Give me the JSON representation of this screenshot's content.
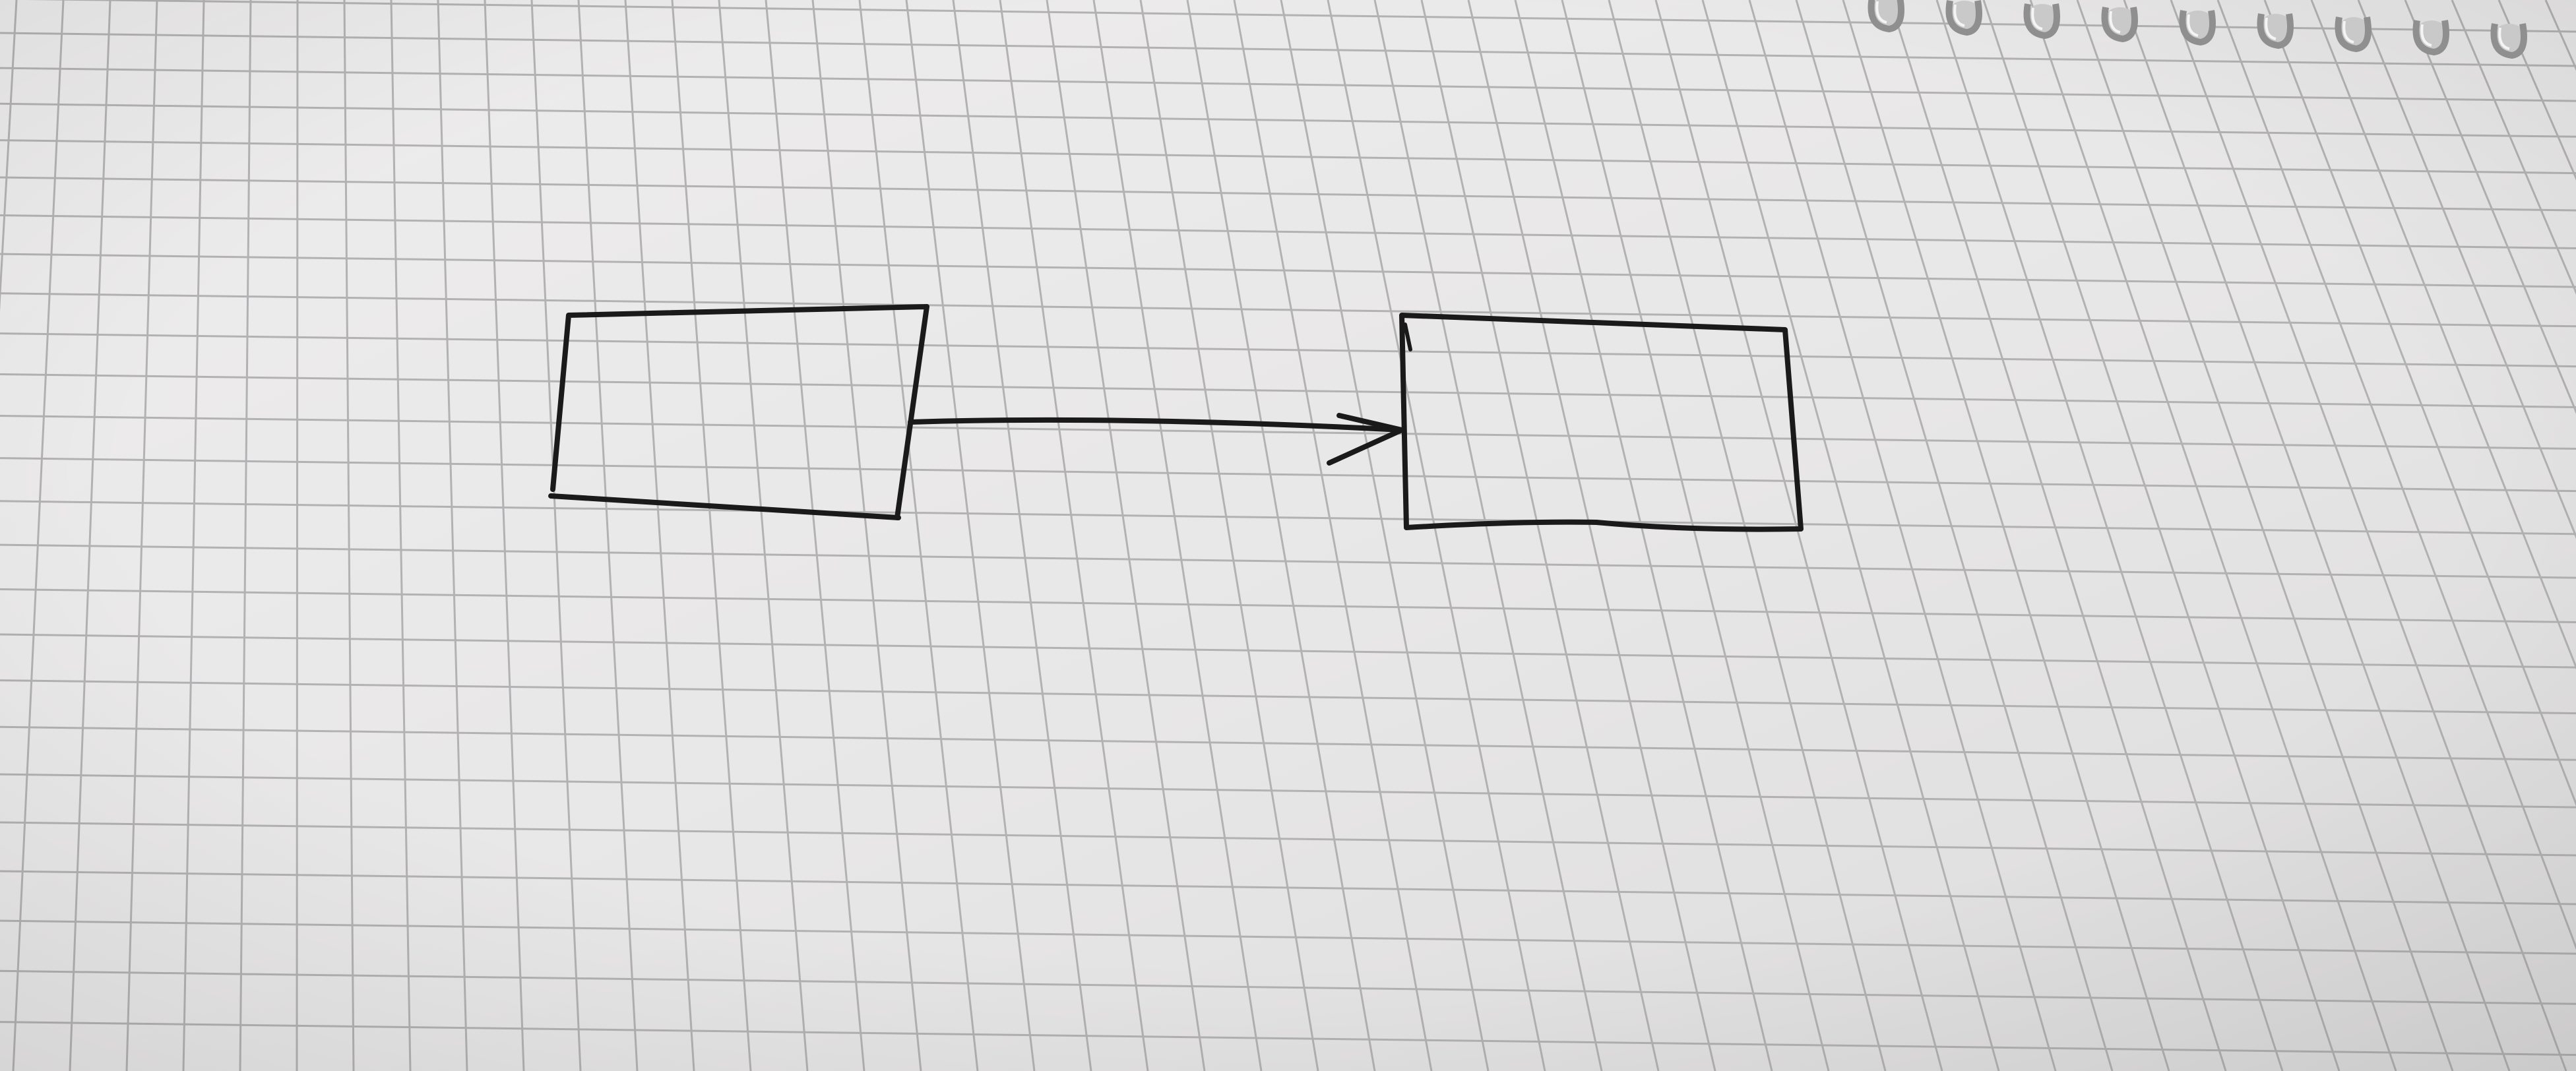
{
  "diagram": {
    "nodes": [
      {
        "id": "box-a",
        "label": ""
      },
      {
        "id": "box-b",
        "label": ""
      }
    ],
    "edges": [
      {
        "from": "box-a",
        "to": "box-b",
        "label": ""
      }
    ]
  },
  "colors": {
    "paper": "#ecebeb",
    "paper_shadow": "#d9d8d8",
    "grid_line": "#a9a9ab",
    "ink": "#1a1a1a",
    "spiral_metal": "#8f8f8f",
    "spiral_highlight": "#f4f4f4"
  },
  "decor": {
    "background": "grid-notebook-paper",
    "binding": "spiral-binding-top-right"
  }
}
